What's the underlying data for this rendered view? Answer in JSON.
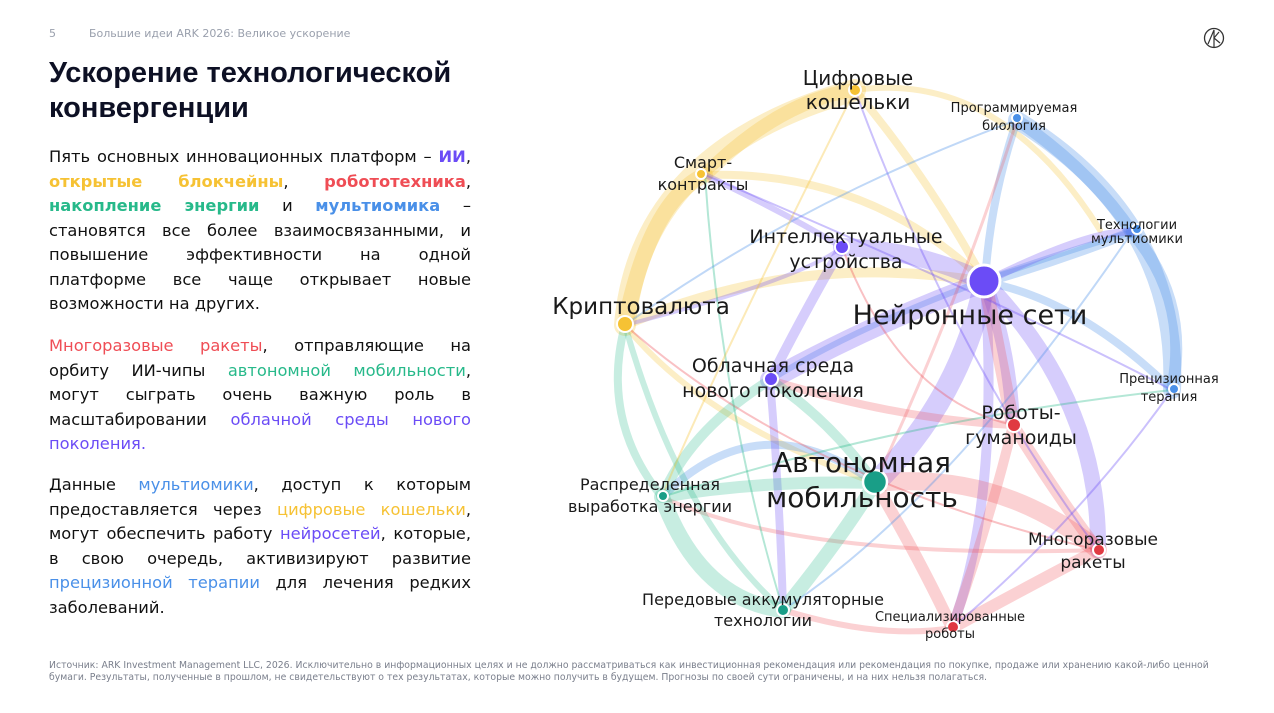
{
  "header": {
    "page_number": "5",
    "deck_title": "Большие идеи ARK 2026: Великое ускорение"
  },
  "logo": {
    "icon": "ark-logo-icon"
  },
  "title": "Ускорение технологической конвергенции",
  "paragraph1": {
    "t1": "Пять основных инновационных платформ – ",
    "ai": "ИИ",
    "t2": ", ",
    "blockchain": "открытые блокчейны",
    "t3": ", ",
    "robotics": "робототехника",
    "t4": ", ",
    "energy": "накопление энергии",
    "t5": " и ",
    "multiomics": "мультиомика",
    "t6": " – становятся все более взаимосвязанными, и повышение эффективности на одной платформе все чаще открывает новые возможности на других."
  },
  "paragraph2": {
    "rockets": "Многоразовые ракеты",
    "t1": ", отправляющие на орбиту ИИ-чипы ",
    "mobility": "автономной мобильности",
    "t2": ", могут сыграть очень важную роль в масштабировании ",
    "cloud": "облачной среды нового поколения."
  },
  "paragraph3": {
    "t1": "Данные ",
    "multiomics": "мультиомики",
    "t2": ", доступ к которым предоставляется через ",
    "wallets": "цифровые кошельки",
    "t3": ", могут обеспечить работу ",
    "nn": "нейросетей",
    "t4": ", которые, в свою очередь, активизируют развитие ",
    "therapy": "прецизионной терапии",
    "t5": " для лечения редких заболеваний."
  },
  "colors": {
    "ai": "#6b4cf6",
    "blockchain": "#f6c234",
    "robotics": "#ef4d55",
    "energy": "#27b98a",
    "multiomics": "#4a90e8"
  },
  "diagram": {
    "nodes": [
      {
        "id": "wallets",
        "line1": "Цифровые",
        "line2": "кошельки",
        "platform": "blockchain"
      },
      {
        "id": "progbio",
        "line1": "Программируемая",
        "line2": "биология",
        "platform": "multiomics"
      },
      {
        "id": "smart",
        "line1": "Смарт-",
        "line2": "контракты",
        "platform": "blockchain"
      },
      {
        "id": "multi",
        "line1": "Технологии",
        "line2": "мультиомики",
        "platform": "multiomics"
      },
      {
        "id": "iot",
        "line1": "Интеллектуальные",
        "line2": "устройства",
        "platform": "ai"
      },
      {
        "id": "crypto",
        "line1": "Криптовалюта",
        "line2": "",
        "platform": "blockchain"
      },
      {
        "id": "nn",
        "line1": "Нейронные сети",
        "line2": "",
        "platform": "ai"
      },
      {
        "id": "cloud",
        "line1": "Облачная среда",
        "line2": "нового поколения",
        "platform": "ai"
      },
      {
        "id": "therapy",
        "line1": "Прецизионная",
        "line2": "терапия",
        "platform": "multiomics"
      },
      {
        "id": "humanoid",
        "line1": "Роботы-",
        "line2": "гуманоиды",
        "platform": "robotics"
      },
      {
        "id": "auto",
        "line1": "Автономная",
        "line2": "мобильность",
        "platform": "energy"
      },
      {
        "id": "distenergy",
        "line1": "Распределенная",
        "line2": "выработка энергии",
        "platform": "energy"
      },
      {
        "id": "rockets",
        "line1": "Многоразовые",
        "line2": "ракеты",
        "platform": "robotics"
      },
      {
        "id": "battery",
        "line1": "Передовые аккумуляторные",
        "line2": "технологии",
        "platform": "energy"
      },
      {
        "id": "specrobots",
        "line1": "Специализированные",
        "line2": "роботы",
        "platform": "robotics"
      }
    ]
  },
  "footer": "Источник: ARK Investment Management LLC, 2026. Исключительно в информационных целях и не должно рассматриваться как инвестиционная рекомендация или рекомендация по покупке, продаже или хранению какой-либо ценной бумаги. Результаты, полученные в прошлом, не свидетельствуют о тех результатах, которые можно получить в будущем. Прогнозы по своей сути ограничены, и на них нельзя полагаться."
}
